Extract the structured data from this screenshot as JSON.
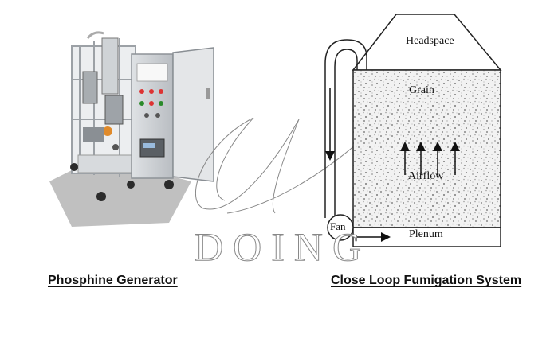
{
  "captions": {
    "left": "Phosphine Generator",
    "right": "Close Loop Fumigation System"
  },
  "diagram_labels": {
    "headspace": "Headspace",
    "grain": "Grain",
    "airflow": "Airflow",
    "fan": "Fan",
    "plenum": "Plenum"
  },
  "watermark": "DOING",
  "icons": {
    "generator": "phosphine-generator-machine-illustration",
    "silo": "grain-silo-diagram"
  },
  "colors": {
    "text": "#111111",
    "line": "#222222",
    "machine_frame": "#c8ccd0",
    "shadow": "#b9b9b9"
  }
}
